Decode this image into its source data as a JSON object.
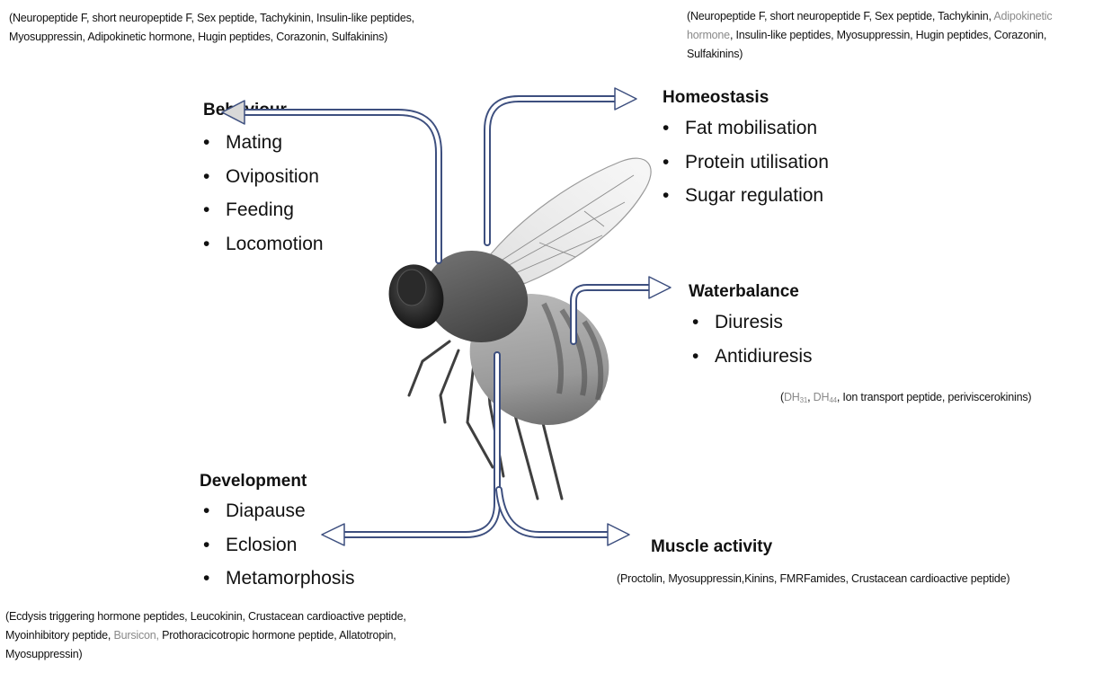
{
  "peptides": {
    "behaviour": "(Neuropeptide F, short neuropeptide F, Sex peptide, Tachykinin, Insulin-like peptides, Myosuppressin, Adipokinetic hormone, Hugin peptides, Corazonin, Sulfakinins)",
    "homeostasis_a": "(Neuropeptide F, short neuropeptide F, Sex peptide, Tachykinin,",
    "homeostasis_grey": "Adipokinetic hormone",
    "homeostasis_b": ", Insulin-like peptides, Myosuppressin, Hugin peptides, Corazonin, Sulfakinins)",
    "waterbalance_open": "(",
    "waterbalance_dh31": "DH",
    "waterbalance_dh31_sub": "31",
    "waterbalance_dh44": "DH",
    "waterbalance_dh44_sub": "44",
    "waterbalance_rest": ", Ion transport peptide, periviscerokinins)",
    "muscle": "(Proctolin, Myosuppressin,Kinins, FMRFamides, Crustacean cardioactive peptide)",
    "development_a": "(Ecdysis triggering hormone peptides, Leucokinin, Crustacean cardioactive peptide, Myoinhibitory peptide,",
    "development_grey": "Bursicon,",
    "development_b": "Prothoracicotropic hormone peptide, Allatotropin, Myosuppressin)"
  },
  "categories": {
    "behaviour": {
      "title": "Behaviour",
      "items": [
        "Mating",
        "Oviposition",
        "Feeding",
        "Locomotion"
      ]
    },
    "homeostasis": {
      "title": "Homeostasis",
      "items": [
        "Fat mobilisation",
        "Protein utilisation",
        "Sugar regulation"
      ]
    },
    "waterbalance": {
      "title": "Waterbalance",
      "items": [
        "Diuresis",
        "Antidiuresis"
      ]
    },
    "development": {
      "title": "Development",
      "items": [
        "Diapause",
        "Eclosion",
        "Metamorphosis"
      ]
    },
    "muscle": {
      "title": "Muscle activity"
    }
  },
  "bullet": "•",
  "colors": {
    "arrow_outline": "#3d4f7f",
    "arrow_fill": "#ffffff",
    "fly_dark": "#2b2b2b",
    "fly_mid": "#7d7d7d",
    "fly_light": "#b3b3b3",
    "peptide_grey": "#8a8a8a"
  }
}
